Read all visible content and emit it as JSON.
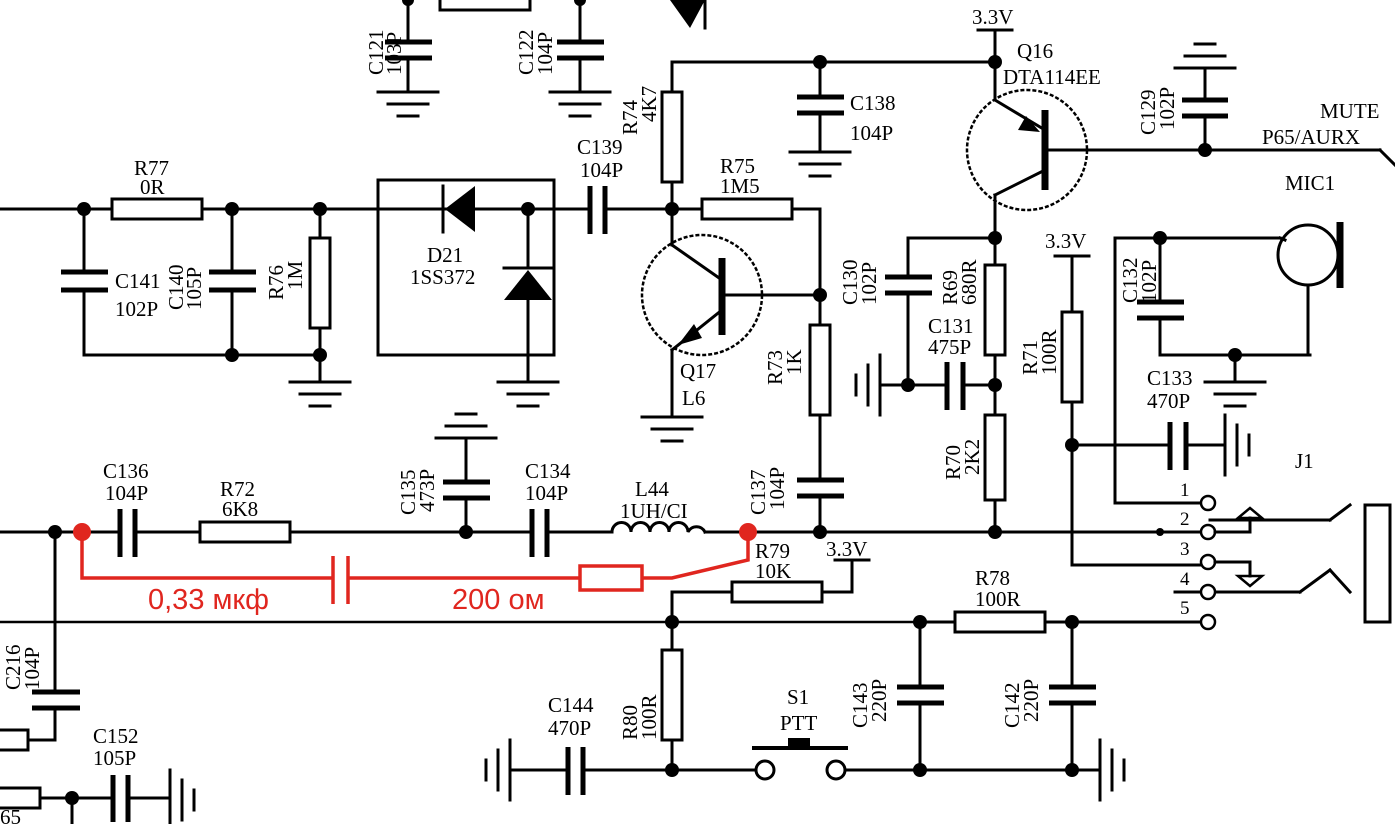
{
  "components": {
    "c121": {
      "ref": "C121",
      "value": "103P"
    },
    "c122": {
      "ref": "C122",
      "value": "104P"
    },
    "c138": {
      "ref": "C138",
      "value": "104P"
    },
    "c139": {
      "ref": "C139",
      "value": "104P"
    },
    "c141": {
      "ref": "C141",
      "value": "102P"
    },
    "c140": {
      "ref": "C140",
      "value": "105P"
    },
    "c129": {
      "ref": "C129",
      "value": "102P"
    },
    "c130": {
      "ref": "C130",
      "value": "102P"
    },
    "c131": {
      "ref": "C131",
      "value": "475P"
    },
    "c132": {
      "ref": "C132",
      "value": "102P"
    },
    "c133": {
      "ref": "C133",
      "value": "470P"
    },
    "c134": {
      "ref": "C134",
      "value": "104P"
    },
    "c135": {
      "ref": "C135",
      "value": "473P"
    },
    "c136": {
      "ref": "C136",
      "value": "104P"
    },
    "c137": {
      "ref": "C137",
      "value": "104P"
    },
    "c142": {
      "ref": "C142",
      "value": "220P"
    },
    "c143": {
      "ref": "C143",
      "value": "220P"
    },
    "c144": {
      "ref": "C144",
      "value": "470P"
    },
    "c152": {
      "ref": "C152",
      "value": "105P"
    },
    "c216": {
      "ref": "C216",
      "value": "104P"
    },
    "r69": {
      "ref": "R69",
      "value": "680R"
    },
    "r70": {
      "ref": "R70",
      "value": "2K2"
    },
    "r71": {
      "ref": "R71",
      "value": "100R"
    },
    "r72": {
      "ref": "R72",
      "value": "6K8"
    },
    "r73": {
      "ref": "R73",
      "value": "1K"
    },
    "r74": {
      "ref": "R74",
      "value": "4K7"
    },
    "r75": {
      "ref": "R75",
      "value": "1M5"
    },
    "r76": {
      "ref": "R76",
      "value": "1M"
    },
    "r77": {
      "ref": "R77",
      "value": "0R"
    },
    "r78": {
      "ref": "R78",
      "value": "100R"
    },
    "r79": {
      "ref": "R79",
      "value": "10K"
    },
    "r80": {
      "ref": "R80",
      "value": "100R"
    },
    "d21": {
      "ref": "D21",
      "value": "1SS372"
    },
    "q16": {
      "ref": "Q16",
      "value": "DTA114EE"
    },
    "q17": {
      "ref": "Q17",
      "value": "L6"
    },
    "l44": {
      "ref": "L44",
      "value": "1UH/CI"
    },
    "s1": {
      "ref": "S1",
      "value": "PTT"
    },
    "mic1": {
      "ref": "MIC1"
    },
    "j1": {
      "ref": "J1"
    }
  },
  "supply_labels": {
    "v33": "3.3V"
  },
  "net_labels": {
    "mute": "MUTE",
    "p65": "P65/AURX",
    "partial": "65"
  },
  "jack_pins": [
    "1",
    "2",
    "3",
    "4",
    "5"
  ],
  "annotations": {
    "capacitor_value": "0,33 мкф",
    "resistor_value": "200 ом"
  },
  "colors": {
    "line": "#000000",
    "annotation": "#e0261f",
    "background": "#ffffff"
  }
}
